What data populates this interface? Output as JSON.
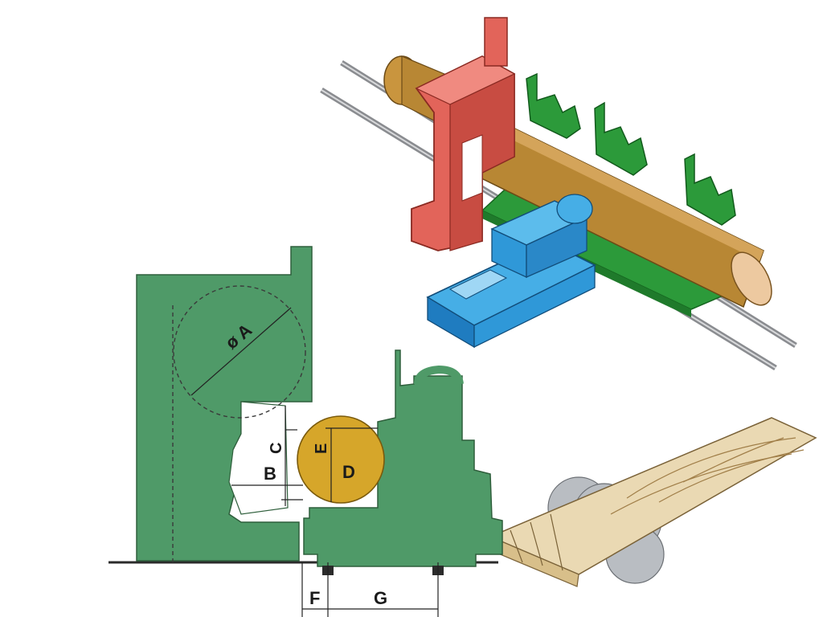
{
  "labels": {
    "a": "ø A",
    "b": "B",
    "c": "C",
    "d": "D",
    "e": "E",
    "f": "F",
    "g": "G"
  },
  "colors": {
    "machine_green": "#4f9a68",
    "feeder_red": "#e2645a",
    "carriage_blue": "#2f98d8",
    "log_brown": "#b88734",
    "log_yellow": "#d6a62a",
    "gear_green": "#2c9a3a",
    "board_wood": "#ead9b3",
    "rail_gray": "#9a9ca0"
  }
}
